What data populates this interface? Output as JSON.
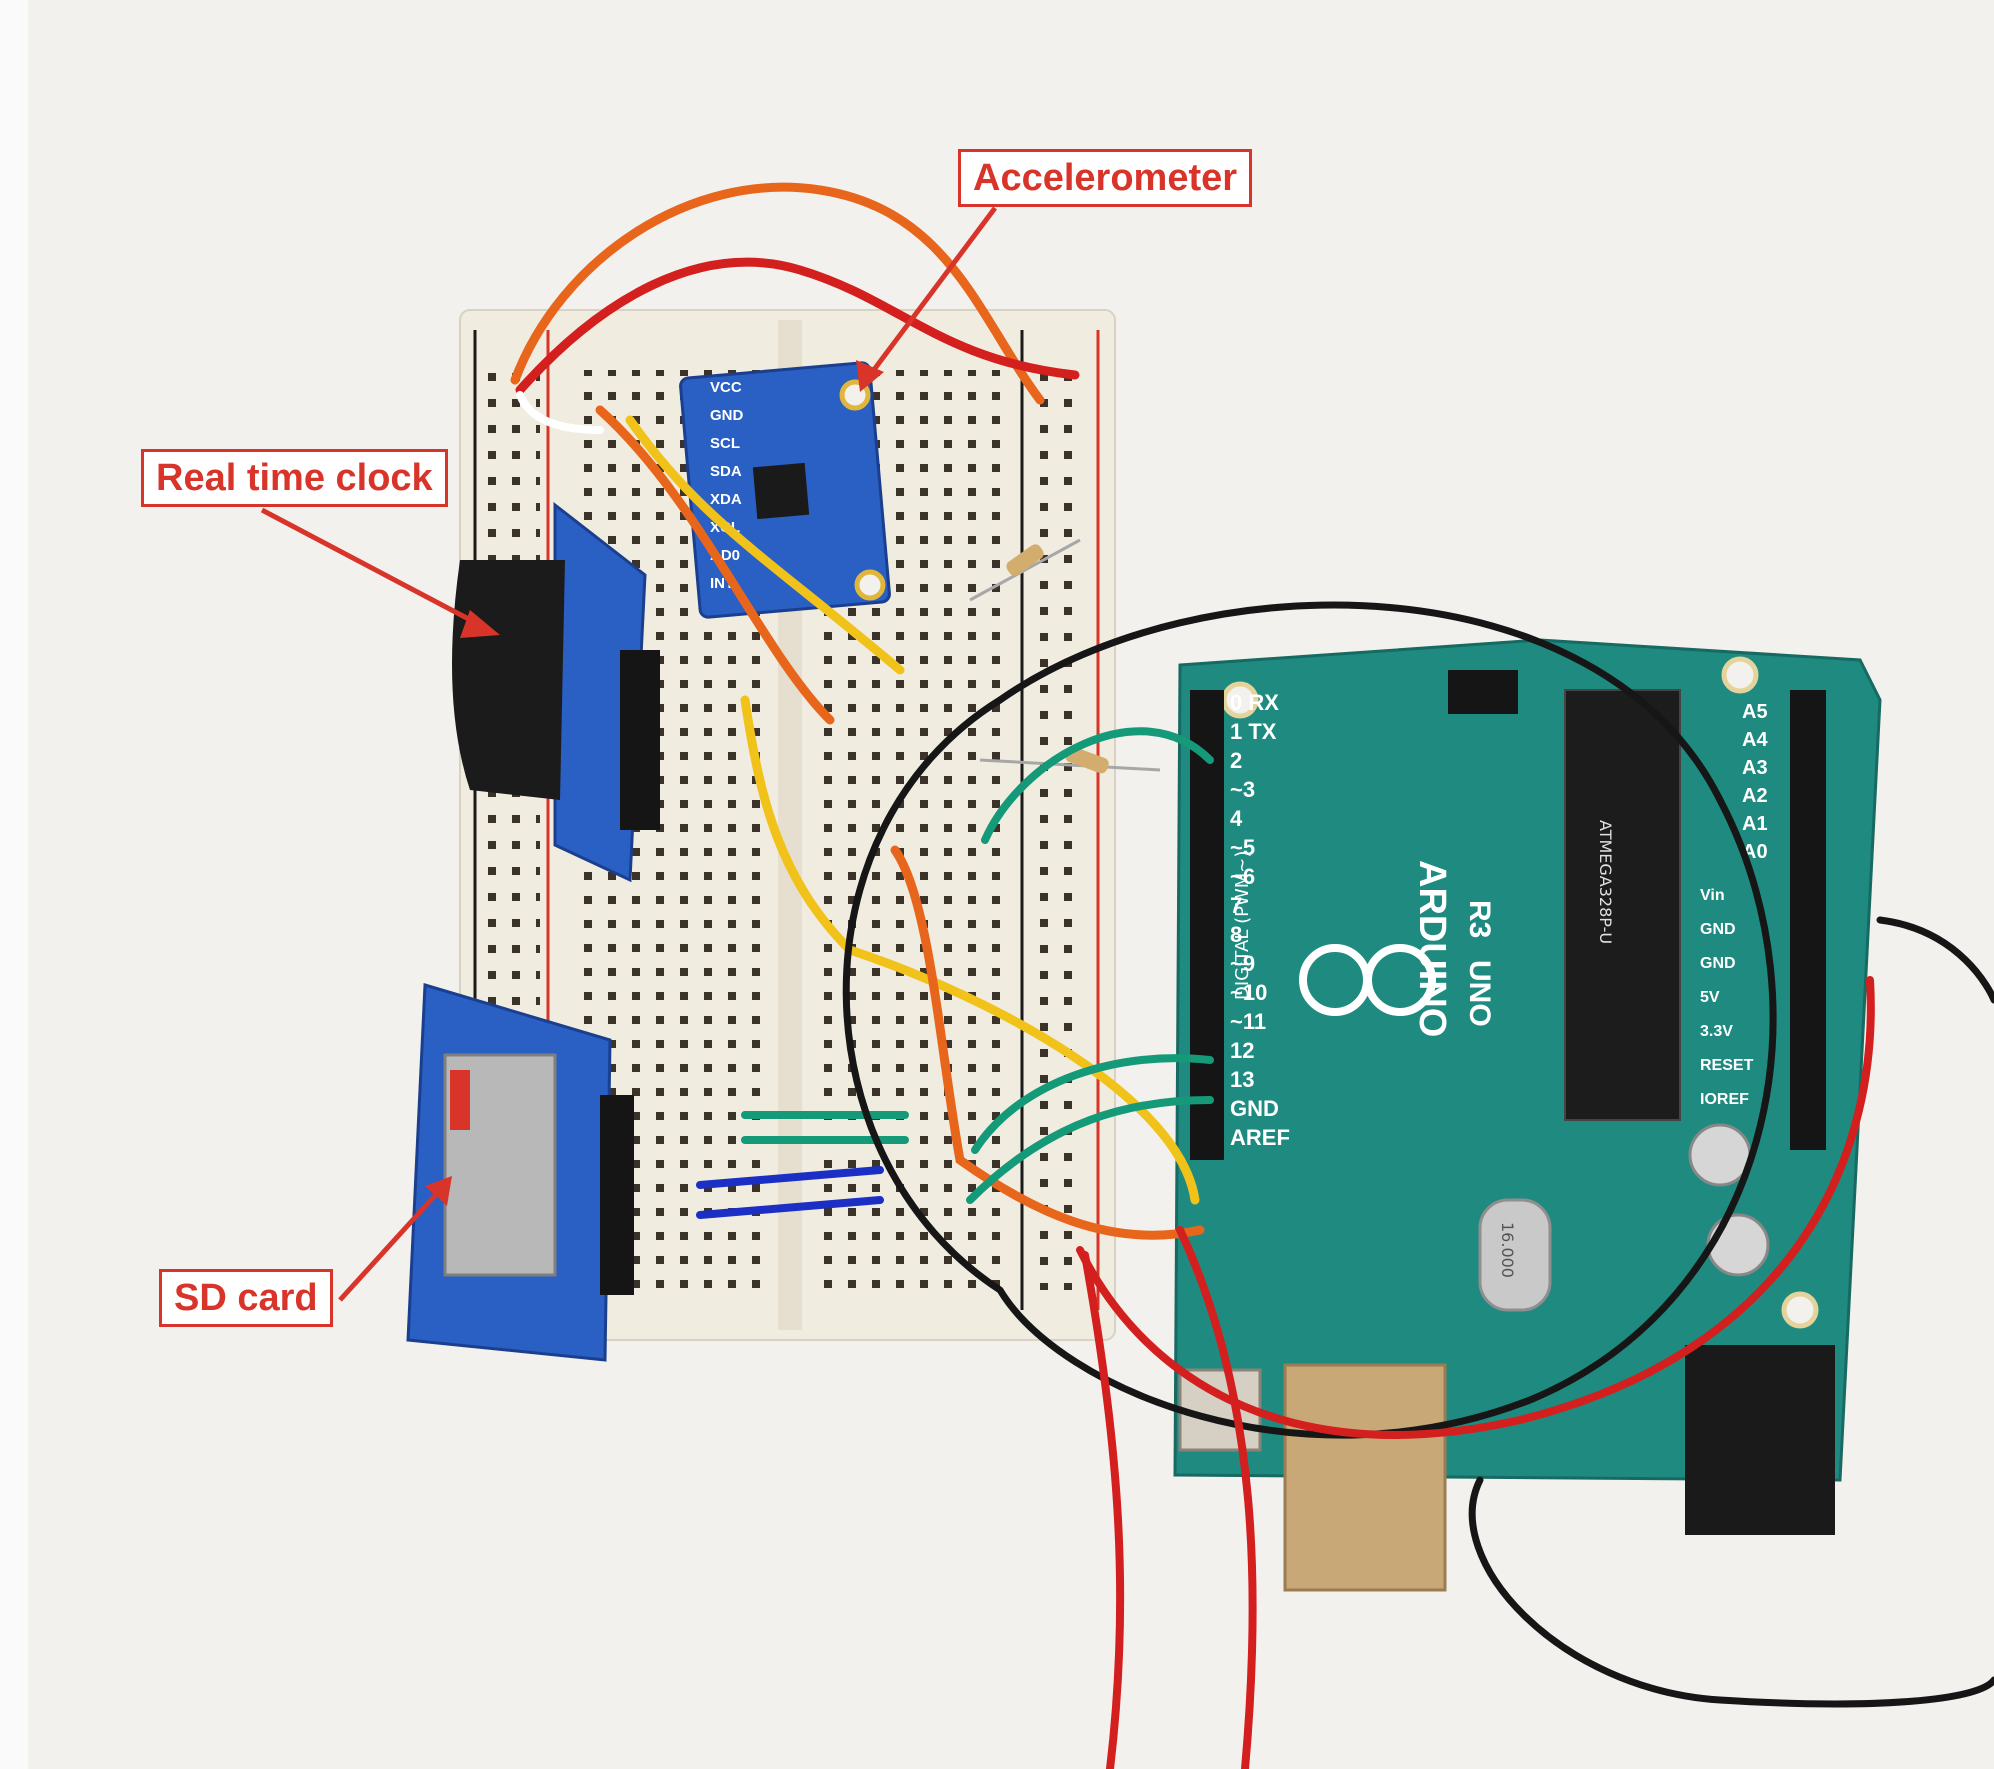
{
  "callouts": {
    "accelerometer": "Accelerometer",
    "real_time_clock": "Real time clock",
    "sd_card": "SD card"
  },
  "accelerometer_pins": [
    "VCC",
    "GND",
    "SCL",
    "SDA",
    "XDA",
    "XCL",
    "AD0",
    "INT"
  ],
  "arduino_marking": {
    "brand": "ARDUINO",
    "model": "UNO",
    "revision": "R3",
    "digital_label": "DIGITAL (PWM~)",
    "pins": [
      "0 RX",
      "1 TX",
      "2",
      "~3",
      "4",
      "~5",
      "~6",
      "7",
      "8",
      "~9",
      "~10",
      "~11",
      "12",
      "13",
      "GND",
      "AREF"
    ],
    "analog_pins": [
      "A0",
      "A1",
      "A2",
      "A3",
      "A4",
      "A5"
    ],
    "power_pins": [
      "IOREF",
      "RESET",
      "3.3V",
      "5V",
      "GND",
      "GND",
      "Vin"
    ],
    "crystal": "16.000",
    "chip": "ATMEGA328P-U"
  },
  "colors": {
    "annotation": "#d8342a",
    "breadboard": "#f1ece0",
    "arduino_pcb": "#1f8a80",
    "module_blue": "#2a5fc4",
    "wire_red": "#d41f1f",
    "wire_orange": "#e8661c",
    "wire_yellow": "#f0c21a",
    "wire_green": "#149a78",
    "wire_blue": "#1b2fc4",
    "wire_black": "#161616"
  }
}
